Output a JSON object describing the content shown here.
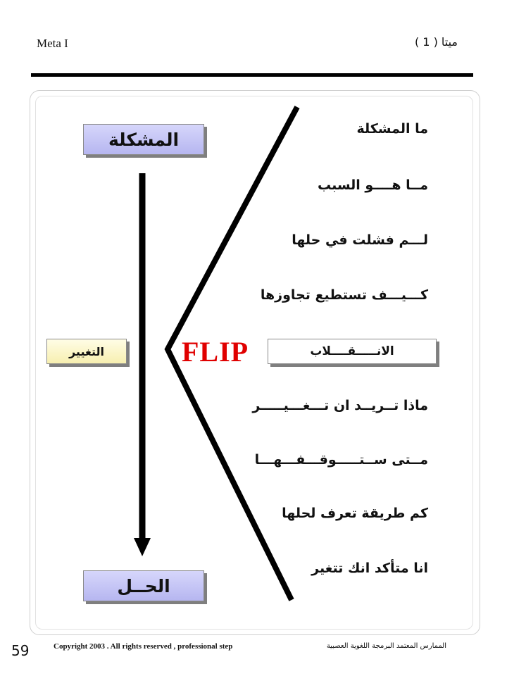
{
  "header": {
    "left_text": "Meta  I",
    "right_text": "ميتا  ( 1 )"
  },
  "diagram": {
    "problem_label": "المشكلة",
    "solution_label": "الحــل",
    "change_label": "التغيير",
    "flip_word": "FLIP",
    "flip_label": "الانـــــقــــلاب",
    "questions_before": [
      "ما المشكلة",
      "مــا هــــو السبب",
      "لـــم فشلت في حلها",
      "كـــيـــف تستطيع تجاوزها"
    ],
    "questions_after": [
      "ماذا تــريــد ان تـــغـــيـــــر",
      "مــتى ســتـــــوقـــفـــهـــا",
      "كم طريقة تعرف لحلها",
      "انا متأكد انك تتغير"
    ]
  },
  "footer": {
    "page_number": "59",
    "copyright": "Copyright 2003 .  All rights reserved , professional step",
    "arabic_credit": "الممارس المعتمد البرمجة اللغوية العصبية"
  },
  "colors": {
    "box_blue": "#c4c4f4",
    "box_yellow": "#fbf5c8",
    "flip_red": "#e00000"
  }
}
